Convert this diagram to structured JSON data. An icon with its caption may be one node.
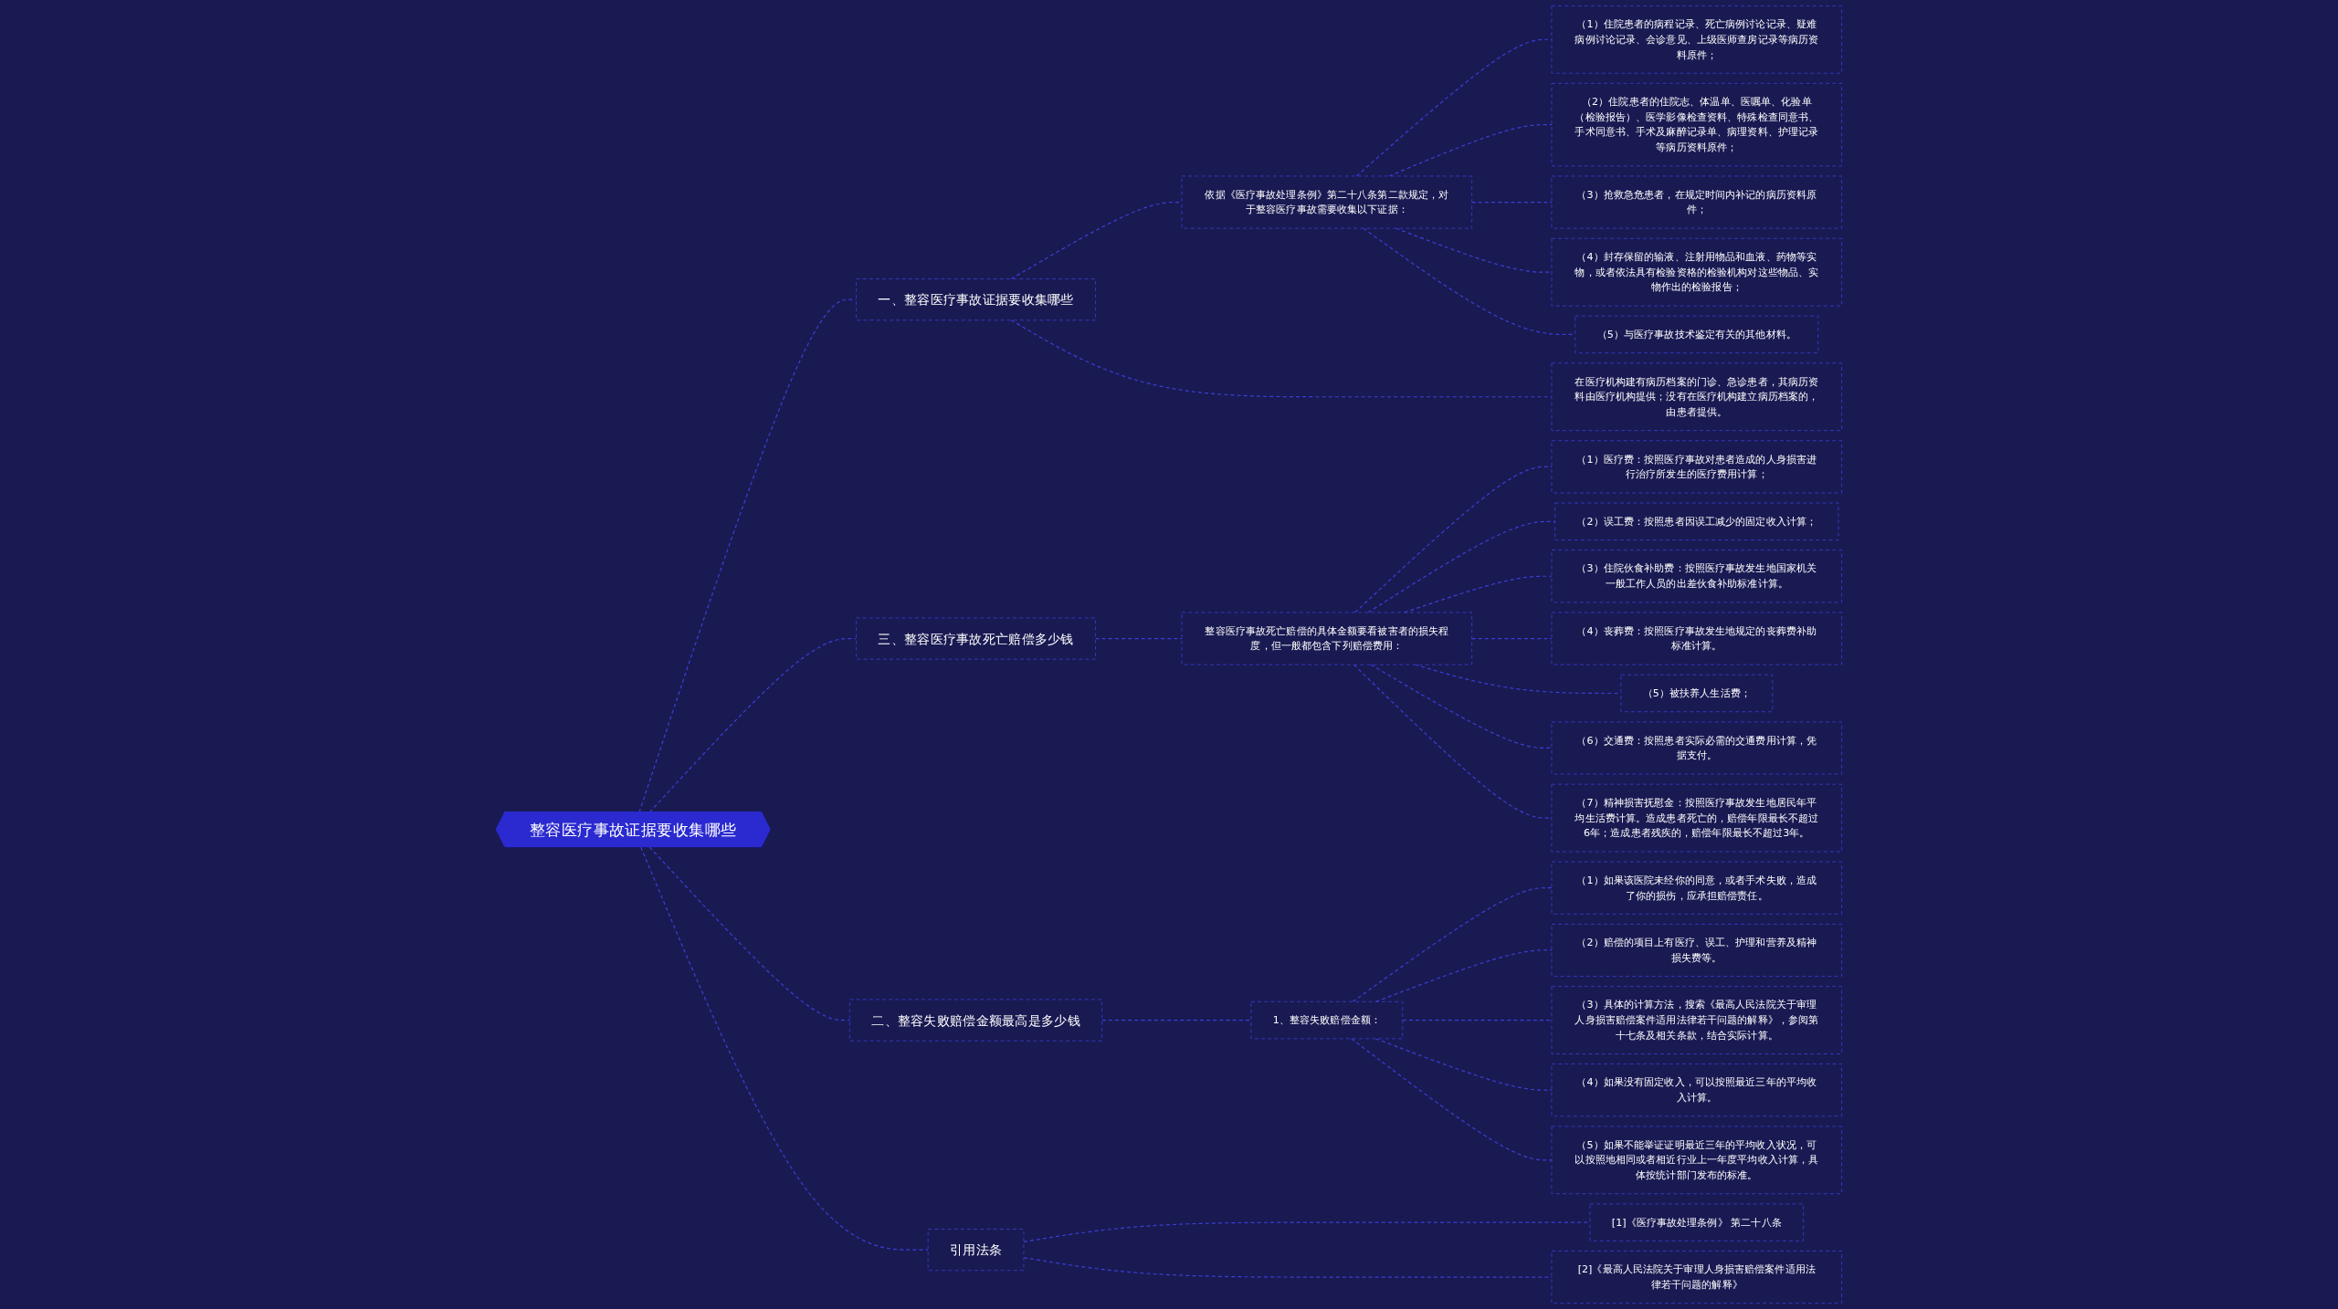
{
  "diagram": {
    "nodes": [
      {
        "text": [
          "整容医疗事故证据要收集哪些"
        ]
      },
      {
        "text": [
          "一、整容医疗事故证据要收集哪些"
        ]
      },
      {
        "text": [
          "依据《医疗事故处理条例》第二十八条第二款规定，对于整容医疗事故需要收集以下证据："
        ]
      },
      {
        "text": [
          "（1）住院患者的病程记录、死亡病例讨论记录、疑难病例讨论记录、会诊意见、上级医师查房记录等病历资料原件；"
        ]
      },
      {
        "text": [
          "（2）住院患者的住院志、体温单、医嘱单、化验单（检验报告）、医学影像检查资料、特殊检查同意书、手术同意书、手术及麻醉记录单、病理资料、护理记录等病历资料原件；"
        ]
      },
      {
        "text": [
          "（3）抢救急危患者，在规定时间内补记的病历资料原件；"
        ]
      },
      {
        "text": [
          "（4）封存保留的输液、注射用物品和血液、药物等实物，或者依法具有检验资格的检验机构对这些物品、实物作出的检验报告；"
        ]
      },
      {
        "text": [
          "（5）与医疗事故技术鉴定有关的其他材料。"
        ]
      },
      {
        "text": [
          "在医疗机构建有病历档案的门诊、急诊患者，其病历资料由医疗机构提供；没有在医疗机构建立病历档案的，由患者提供。"
        ]
      },
      {
        "text": [
          "三、整容医疗事故死亡赔偿多少钱"
        ]
      },
      {
        "text": [
          "整容医疗事故死亡赔偿的具体金额要看被害者的损失程度，但一般都包含下列赔偿费用："
        ]
      },
      {
        "text": [
          "（1）医疗费：按照医疗事故对患者造成的人身损害进行治疗所发生的医疗费用计算；"
        ]
      },
      {
        "text": [
          "（2）误工费：按照患者因误工减少的固定收入计算；"
        ]
      },
      {
        "text": [
          "（3）住院伙食补助费：按照医疗事故发生地国家机关一般工作人员的出差伙食补助标准计算。"
        ]
      },
      {
        "text": [
          "（4）丧葬费：按照医疗事故发生地规定的丧葬费补助标准计算。"
        ]
      },
      {
        "text": [
          "（5）被扶养人生活费；"
        ]
      },
      {
        "text": [
          "（6）交通费：按照患者实际必需的交通费用计算，凭据支付。"
        ]
      },
      {
        "text": [
          "（7）精神损害抚慰金：按照医疗事故发生地居民年平均生活费计算。造成患者死亡的，赔偿年限最长不超过6年；造成患者残疾的，赔偿年限最长不超过3年。"
        ]
      },
      {
        "text": [
          "二、整容失败赔偿金额最高是多少钱"
        ]
      },
      {
        "text": [
          "1、整容失败赔偿金额："
        ]
      },
      {
        "text": [
          "（1）如果该医院未经你的同意，或者手术失败，造成了你的损伤，应承担赔偿责任。"
        ]
      },
      {
        "text": [
          "（2）赔偿的项目上有医疗、误工、护理和营养及精神损失费等。"
        ]
      },
      {
        "text": [
          "（3）具体的计算方法，搜索《最高人民法院关于审理人身损害赔偿案件适用法律若干问题的解释》，参阅第十七条及相关条款，结合实际计算。"
        ]
      },
      {
        "text": [
          "（4）如果没有固定收入，可以按照最近三年的平均收入计算。"
        ]
      },
      {
        "text": [
          "（5）如果不能举证证明最近三年的平均收入状况，可以按照地相同或者相近行业上一年度平均收入计算，具体按统计部门发布的标准。"
        ]
      },
      {
        "text": [
          "引用法条"
        ]
      },
      {
        "text": [
          "[1]《医疗事故处理条例》 第二十八条"
        ]
      },
      {
        "text": [
          "[2]《最高人民法院关于审理人身损害赔偿案件适用法律若干问题的解释》"
        ]
      }
    ],
    "edges": [
      {
        "from": 0,
        "to": 1,
        "arrow": "none",
        "style": "dashed"
      },
      {
        "from": 1,
        "to": 2,
        "arrow": "none",
        "style": "dashed"
      },
      {
        "from": 2,
        "to": 3,
        "arrow": "none",
        "style": "dashed"
      },
      {
        "from": 2,
        "to": 4,
        "arrow": "none",
        "style": "dashed"
      },
      {
        "from": 2,
        "to": 5,
        "arrow": "none",
        "style": "dashed"
      },
      {
        "from": 2,
        "to": 6,
        "arrow": "none",
        "style": "dashed"
      },
      {
        "from": 2,
        "to": 7,
        "arrow": "none",
        "style": "dashed"
      },
      {
        "from": 1,
        "to": 8,
        "arrow": "none",
        "style": "dashed"
      },
      {
        "from": 0,
        "to": 9,
        "arrow": "none",
        "style": "dashed"
      },
      {
        "from": 9,
        "to": 10,
        "arrow": "none",
        "style": "dashed"
      },
      {
        "from": 10,
        "to": 11,
        "arrow": "none",
        "style": "dashed"
      },
      {
        "from": 10,
        "to": 12,
        "arrow": "none",
        "style": "dashed"
      },
      {
        "from": 10,
        "to": 13,
        "arrow": "none",
        "style": "dashed"
      },
      {
        "from": 10,
        "to": 14,
        "arrow": "none",
        "style": "dashed"
      },
      {
        "from": 10,
        "to": 15,
        "arrow": "none",
        "style": "dashed"
      },
      {
        "from": 10,
        "to": 16,
        "arrow": "none",
        "style": "dashed"
      },
      {
        "from": 10,
        "to": 17,
        "arrow": "none",
        "style": "dashed"
      },
      {
        "from": 0,
        "to": 18,
        "arrow": "none",
        "style": "dashed"
      },
      {
        "from": 18,
        "to": 19,
        "arrow": "none",
        "style": "dashed"
      },
      {
        "from": 19,
        "to": 20,
        "arrow": "none",
        "style": "dashed"
      },
      {
        "from": 19,
        "to": 21,
        "arrow": "none",
        "style": "dashed"
      },
      {
        "from": 19,
        "to": 22,
        "arrow": "none",
        "style": "dashed"
      },
      {
        "from": 19,
        "to": 23,
        "arrow": "none",
        "style": "dashed"
      },
      {
        "from": 19,
        "to": 24,
        "arrow": "none",
        "style": "dashed"
      },
      {
        "from": 0,
        "to": 25,
        "arrow": "none",
        "style": "dashed"
      },
      {
        "from": 25,
        "to": 26,
        "arrow": "none",
        "style": "dashed"
      },
      {
        "from": 25,
        "to": 27,
        "arrow": "none",
        "style": "dashed"
      }
    ]
  }
}
